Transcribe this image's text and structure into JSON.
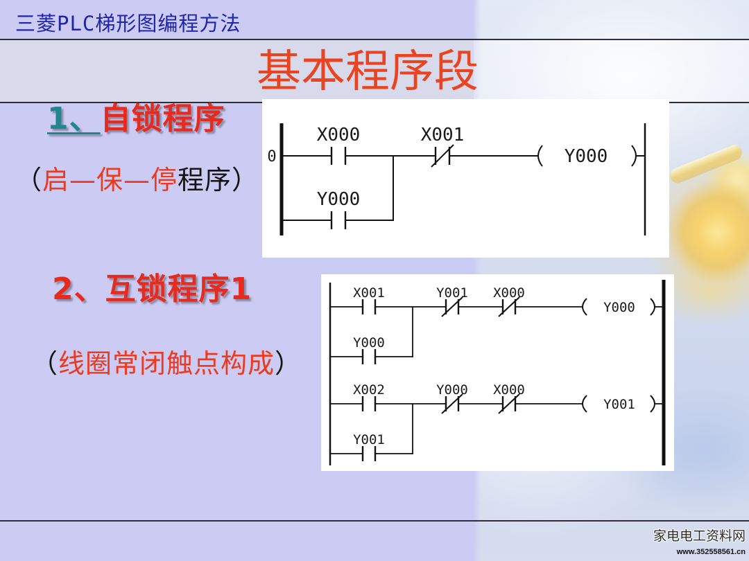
{
  "header": {
    "title": "三菱PLC梯形图编程方法"
  },
  "slide": {
    "title": "基本程序段"
  },
  "section1": {
    "number": "1、",
    "heading": "自锁程序",
    "note": {
      "open": "（",
      "highlight": "启—保—停",
      "rest": "程序）"
    }
  },
  "section2": {
    "heading": "2、互锁程序1",
    "note": {
      "open": "（",
      "highlight": "线圈常闭触点构成",
      "close": "）"
    }
  },
  "diagram1": {
    "step_number": "0",
    "rungs": [
      {
        "contacts": [
          {
            "label": "X000",
            "icon": "normally-open-contact-icon"
          },
          {
            "label": "X001",
            "icon": "normally-closed-contact-icon"
          }
        ],
        "parallel_contact": {
          "label": "Y000",
          "icon": "normally-open-contact-icon"
        },
        "coil": {
          "label": "Y000",
          "icon": "output-coil-icon"
        }
      }
    ]
  },
  "diagram2": {
    "rungs": [
      {
        "contacts": [
          {
            "label": "X001",
            "icon": "normally-open-contact-icon"
          },
          {
            "label": "Y001",
            "icon": "normally-closed-contact-icon"
          },
          {
            "label": "X000",
            "icon": "normally-closed-contact-icon"
          }
        ],
        "parallel_contact": {
          "label": "Y000",
          "icon": "normally-open-contact-icon"
        },
        "coil": {
          "label": "Y000",
          "icon": "output-coil-icon"
        }
      },
      {
        "contacts": [
          {
            "label": "X002",
            "icon": "normally-open-contact-icon"
          },
          {
            "label": "Y000",
            "icon": "normally-closed-contact-icon"
          },
          {
            "label": "X000",
            "icon": "normally-closed-contact-icon"
          }
        ],
        "parallel_contact": {
          "label": "Y001",
          "icon": "normally-open-contact-icon"
        },
        "coil": {
          "label": "Y001",
          "icon": "output-coil-icon"
        }
      }
    ]
  },
  "watermark": {
    "site_name": "家电电工资料网",
    "url": "www.352558561.cn"
  },
  "colors": {
    "background": "#cbcbf4",
    "header_text": "#2024ae",
    "title_red": "#e9431f",
    "heading_red": "#e62b1e",
    "link_teal": "#21878f",
    "note_red": "#ec3a1e"
  }
}
